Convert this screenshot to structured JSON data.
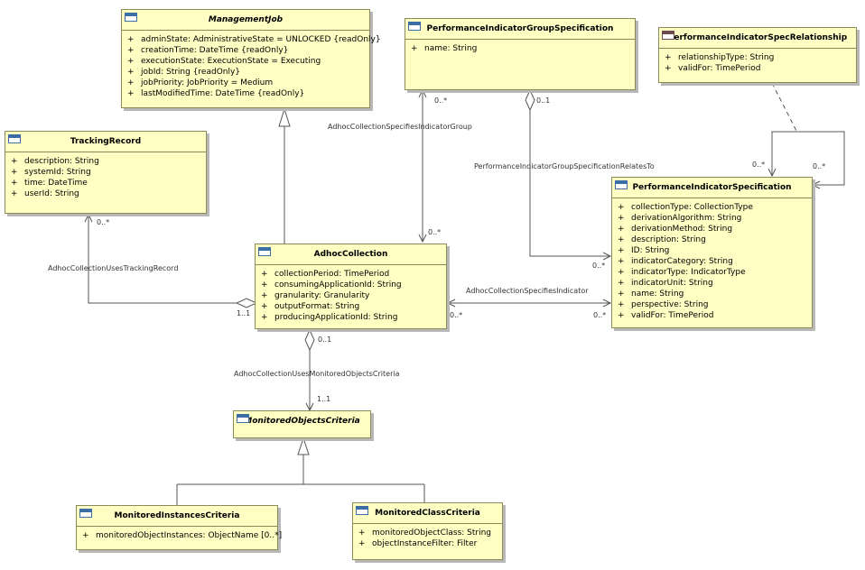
{
  "classes": {
    "management_job": {
      "name": "ManagementJob",
      "attributes": [
        {
          "vis": "+",
          "text": "adminState: AdministrativeState = UNLOCKED {readOnly}"
        },
        {
          "vis": "+",
          "text": "creationTime: DateTime {readOnly}"
        },
        {
          "vis": "+",
          "text": "executionState: ExecutionState = Executing"
        },
        {
          "vis": "+",
          "text": "jobId: String {readOnly}"
        },
        {
          "vis": "+",
          "text": "jobPriority: JobPriority = Medium"
        },
        {
          "vis": "+",
          "text": "lastModifiedTime: DateTime {readOnly}"
        }
      ]
    },
    "pigs": {
      "name": "PerformanceIndicatorGroupSpecification",
      "attributes": [
        {
          "vis": "+",
          "text": "name: String"
        }
      ]
    },
    "pisr": {
      "name": "PerformanceIndicatorSpecRelationship",
      "attributes": [
        {
          "vis": "+",
          "text": "relationshipType: String"
        },
        {
          "vis": "+",
          "text": "validFor: TimePeriod"
        }
      ]
    },
    "tracking_record": {
      "name": "TrackingRecord",
      "attributes": [
        {
          "vis": "+",
          "text": "description: String"
        },
        {
          "vis": "+",
          "text": "systemId: String"
        },
        {
          "vis": "+",
          "text": "time: DateTime"
        },
        {
          "vis": "+",
          "text": "userId: String"
        }
      ]
    },
    "adhoc_collection": {
      "name": "AdhocCollection",
      "attributes": [
        {
          "vis": "+",
          "text": "collectionPeriod: TimePeriod"
        },
        {
          "vis": "+",
          "text": "consumingApplicationId: String"
        },
        {
          "vis": "+",
          "text": "granularity: Granularity"
        },
        {
          "vis": "+",
          "text": "outputFormat: String"
        },
        {
          "vis": "+",
          "text": "producingApplicationId: String"
        }
      ]
    },
    "pis": {
      "name": "PerformanceIndicatorSpecification",
      "attributes": [
        {
          "vis": "+",
          "text": "collectionType: CollectionType"
        },
        {
          "vis": "+",
          "text": "derivationAlgorithm: String"
        },
        {
          "vis": "+",
          "text": "derivationMethod: String"
        },
        {
          "vis": "+",
          "text": "description: String"
        },
        {
          "vis": "+",
          "text": "ID: String"
        },
        {
          "vis": "+",
          "text": "indicatorCategory: String"
        },
        {
          "vis": "+",
          "text": "indicatorType: IndicatorType"
        },
        {
          "vis": "+",
          "text": "indicatorUnit: String"
        },
        {
          "vis": "+",
          "text": "name: String"
        },
        {
          "vis": "+",
          "text": "perspective: String"
        },
        {
          "vis": "+",
          "text": "validFor: TimePeriod"
        }
      ]
    },
    "moc": {
      "name": "MonitoredObjectsCriteria",
      "attributes": []
    },
    "mic": {
      "name": "MonitoredInstancesCriteria",
      "attributes": [
        {
          "vis": "+",
          "text": "monitoredObjectInstances: ObjectName [0..*]"
        }
      ]
    },
    "mcc": {
      "name": "MonitoredClassCriteria",
      "attributes": [
        {
          "vis": "+",
          "text": "monitoredObjectClass: String"
        },
        {
          "vis": "+",
          "text": "objectInstanceFilter: Filter"
        }
      ]
    }
  },
  "associations": {
    "specifies_indicator_group": "AdhocCollectionSpecifiesIndicatorGroup",
    "group_relates_to": "PerformanceIndicatorGroupSpecificationRelatesTo",
    "uses_tracking_record": "AdhocCollectionUsesTrackingRecord",
    "specifies_indicator": "AdhocCollectionSpecifiesIndicator",
    "uses_monitored_criteria": "AdhocCollectionUsesMonitoredObjectsCriteria"
  },
  "multiplicities": {
    "pigs_to_ac_top": "0..*",
    "pigs_to_ac_bottom": "0..*",
    "pigs_relates": "0..1",
    "pis_relates": "0..*",
    "pis_self_left": "0..*",
    "pis_self_right": "0..*",
    "tr_end": "0..*",
    "ac_tr_end": "1..1",
    "ac_pis_left": "0..*",
    "ac_pis_right": "0..*",
    "ac_moc_top": "0..1",
    "moc_top": "1..1"
  }
}
